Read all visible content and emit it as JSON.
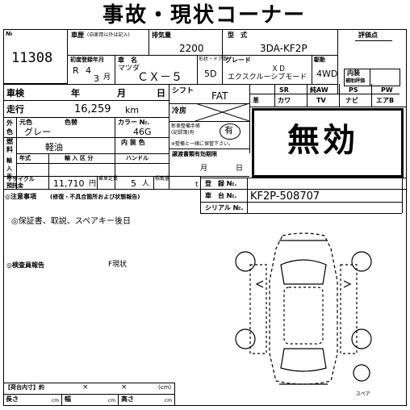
{
  "title": "事故・現状コーナー",
  "lot": {
    "label": "№",
    "number": "11308"
  },
  "history": {
    "label": "車歴",
    "note": "(自家用以外は記入)"
  },
  "displacement": {
    "label": "排気量",
    "value": "2200"
  },
  "model_code": {
    "label": "型　式",
    "value": "3DA-KF2P"
  },
  "evaluation": {
    "label": "評価点"
  },
  "first_registration": {
    "label": "初度登録年月",
    "era": "R",
    "year": "4",
    "month": "3",
    "month_unit": "月"
  },
  "car_name": {
    "label": "車　名",
    "maker": "マツダ",
    "model": "ＣＸ－５"
  },
  "doors": {
    "label": "形状・ドア数",
    "value": "5D"
  },
  "grade": {
    "label": "グレード",
    "line1": "ＸＤ",
    "line2": "エクスクルーシブモード"
  },
  "drive": {
    "label": "駆動",
    "value": "4WD"
  },
  "interior_eval": {
    "label1": "内装",
    "label2": "補助評価"
  },
  "inspection": {
    "label": "車検",
    "year": "年",
    "month": "月",
    "day": "日"
  },
  "mileage": {
    "label": "走行",
    "value": "16,259",
    "unit": "km"
  },
  "shift": {
    "label": "シフト",
    "value": "FAT"
  },
  "aircon": {
    "label": "冷房"
  },
  "equipment": {
    "row1": [
      "SR",
      "純AW",
      "PS",
      "PW"
    ],
    "row2": [
      "革",
      "カワ",
      "TV",
      "ナビ",
      "エアB"
    ]
  },
  "invalid_stamp": "無効",
  "color": {
    "side_label1": "外",
    "side_label2": "色",
    "orig_label": "元色",
    "color_label": "色替",
    "value": "グレー",
    "code_label": "カラー №.",
    "code": "46G"
  },
  "manual": {
    "label1": "新車整備手帳",
    "label2": "(記録簿)有",
    "value": "有",
    "note": "※整備と一緒に保管下さい。"
  },
  "fuel": {
    "side_label1": "燃",
    "side_label2": "料",
    "value": "軽油",
    "interior_label": "内 装 色"
  },
  "import": {
    "side_label": "輸入車",
    "year_label": "年式",
    "div_label": "輸 入 区 分",
    "handle_label": "ハンドル"
  },
  "warranty": {
    "label": "譲渡書類有効期限",
    "month": "月",
    "day": "日"
  },
  "recycle": {
    "label1": "リサイクル",
    "label2": "預託金",
    "value": "11,710",
    "unit": "円"
  },
  "capacity": {
    "label": "乗車定員",
    "value": "5",
    "unit": "人"
  },
  "load": {
    "label": "積載量",
    "unit": "t"
  },
  "registration_no": {
    "label": "登　録 №."
  },
  "chassis_no": {
    "label": "車　台 №.",
    "value": "KF2P-508707"
  },
  "serial_no": {
    "label": "シリアル №."
  },
  "notes_label": "◎注意事項",
  "notes_note": "(修復・不具合箇所および状態報告)",
  "note_line1": "◎保証書、取説、スペアキー後日",
  "inspector_label": "◎検査員報告",
  "inspector_value": "F現状",
  "spare_label": "スペア",
  "cargo": {
    "label": "【荷台内寸】約",
    "x1": "×",
    "x2": "×",
    "unit": "(cm)"
  },
  "dims": {
    "length": "長さ",
    "width": "幅",
    "height": "高さ",
    "unit": "cm"
  }
}
